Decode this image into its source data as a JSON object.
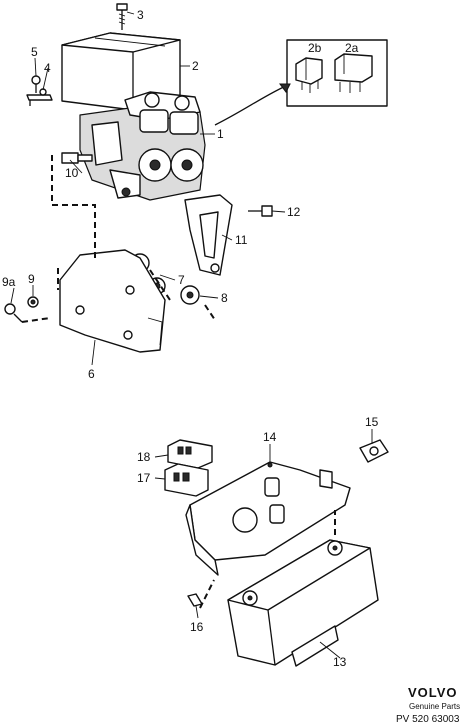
{
  "callouts": {
    "c1": "1",
    "c2": "2",
    "c2a": "2a",
    "c2b": "2b",
    "c3": "3",
    "c4": "4",
    "c5": "5",
    "c6": "6",
    "c7": "7",
    "c8": "8",
    "c9": "9",
    "c9a": "9a",
    "c10": "10",
    "c11": "11",
    "c12": "12",
    "c13": "13",
    "c14": "14",
    "c15": "15",
    "c16": "16",
    "c17": "17",
    "c18": "18"
  },
  "footer": {
    "brand": "VOLVO",
    "subtitle": "Genuine Parts",
    "reference": "PV 520 63003"
  }
}
